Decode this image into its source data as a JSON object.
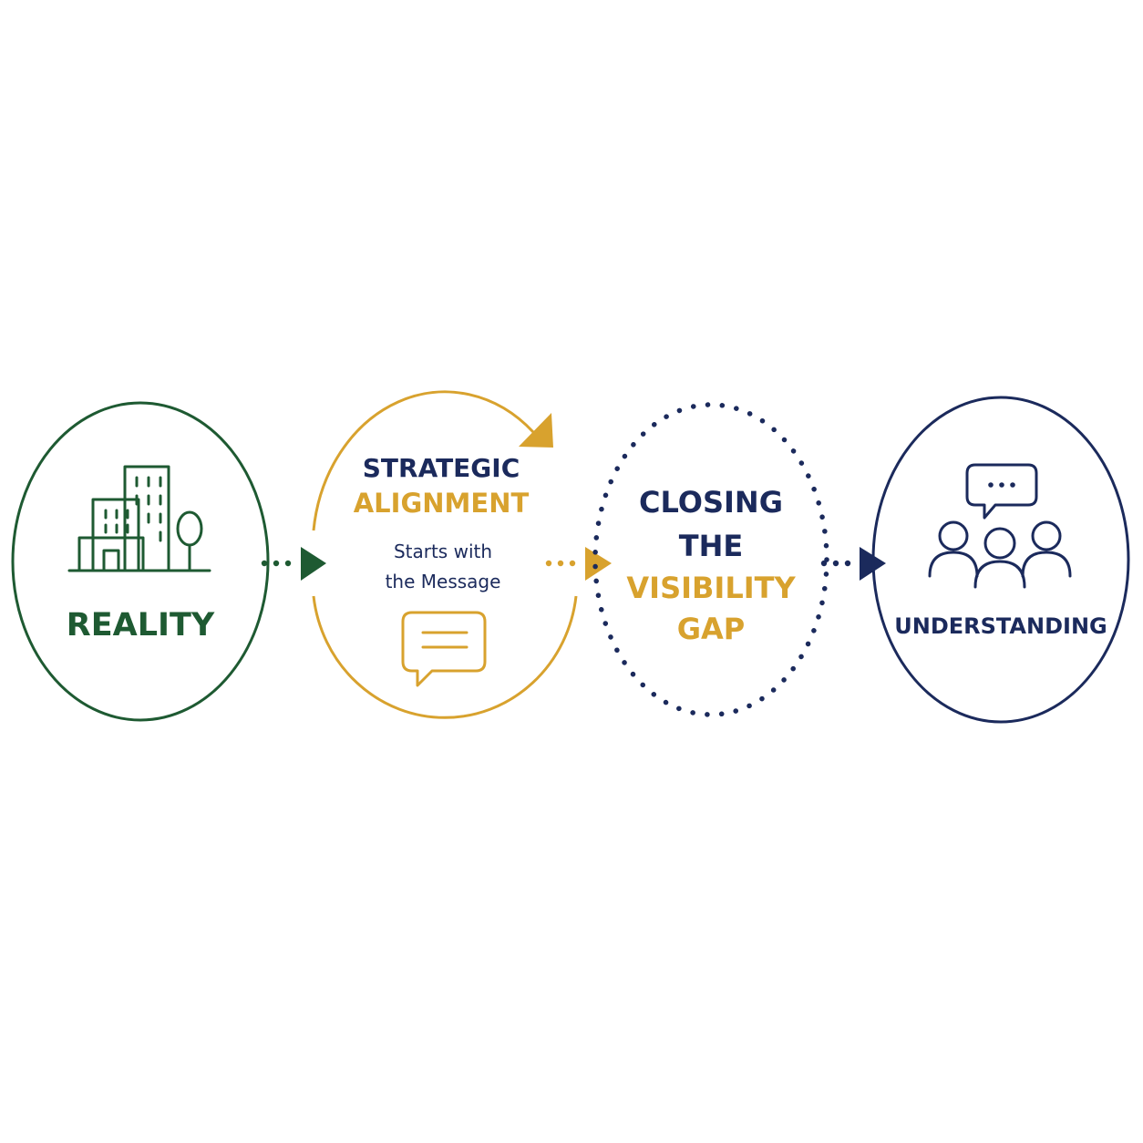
{
  "colors": {
    "green": "#1e5a32",
    "gold": "#d8a22e",
    "navy": "#1b2a5c",
    "background": "#ffffff"
  },
  "stages": [
    {
      "id": "reality",
      "label": "REALITY",
      "icon": "city-buildings-tree-icon",
      "color": "green"
    },
    {
      "id": "strategic-alignment",
      "title_line1": "STRATEGIC",
      "title_line2": "ALIGNMENT",
      "subtitle_line1": "Starts with",
      "subtitle_line2": "the Message",
      "icon": "message-bubble-icon",
      "color": "gold"
    },
    {
      "id": "closing-the-visibility-gap",
      "line1": "CLOSING",
      "line2": "THE",
      "line3": "VISIBILITY",
      "line4": "GAP",
      "color": "navy",
      "border": "dotted"
    },
    {
      "id": "understanding",
      "label": "UNDERSTANDING",
      "icon": "group-conversation-icon",
      "color": "navy"
    }
  ],
  "connectors": [
    {
      "from": "reality",
      "to": "strategic-alignment",
      "style": "dotted-arrow",
      "color": "green"
    },
    {
      "from": "strategic-alignment",
      "to": "closing-the-visibility-gap",
      "style": "dotted-arrow",
      "color": "gold"
    },
    {
      "from": "closing-the-visibility-gap",
      "to": "understanding",
      "style": "dotted-arrow",
      "color": "navy"
    }
  ]
}
